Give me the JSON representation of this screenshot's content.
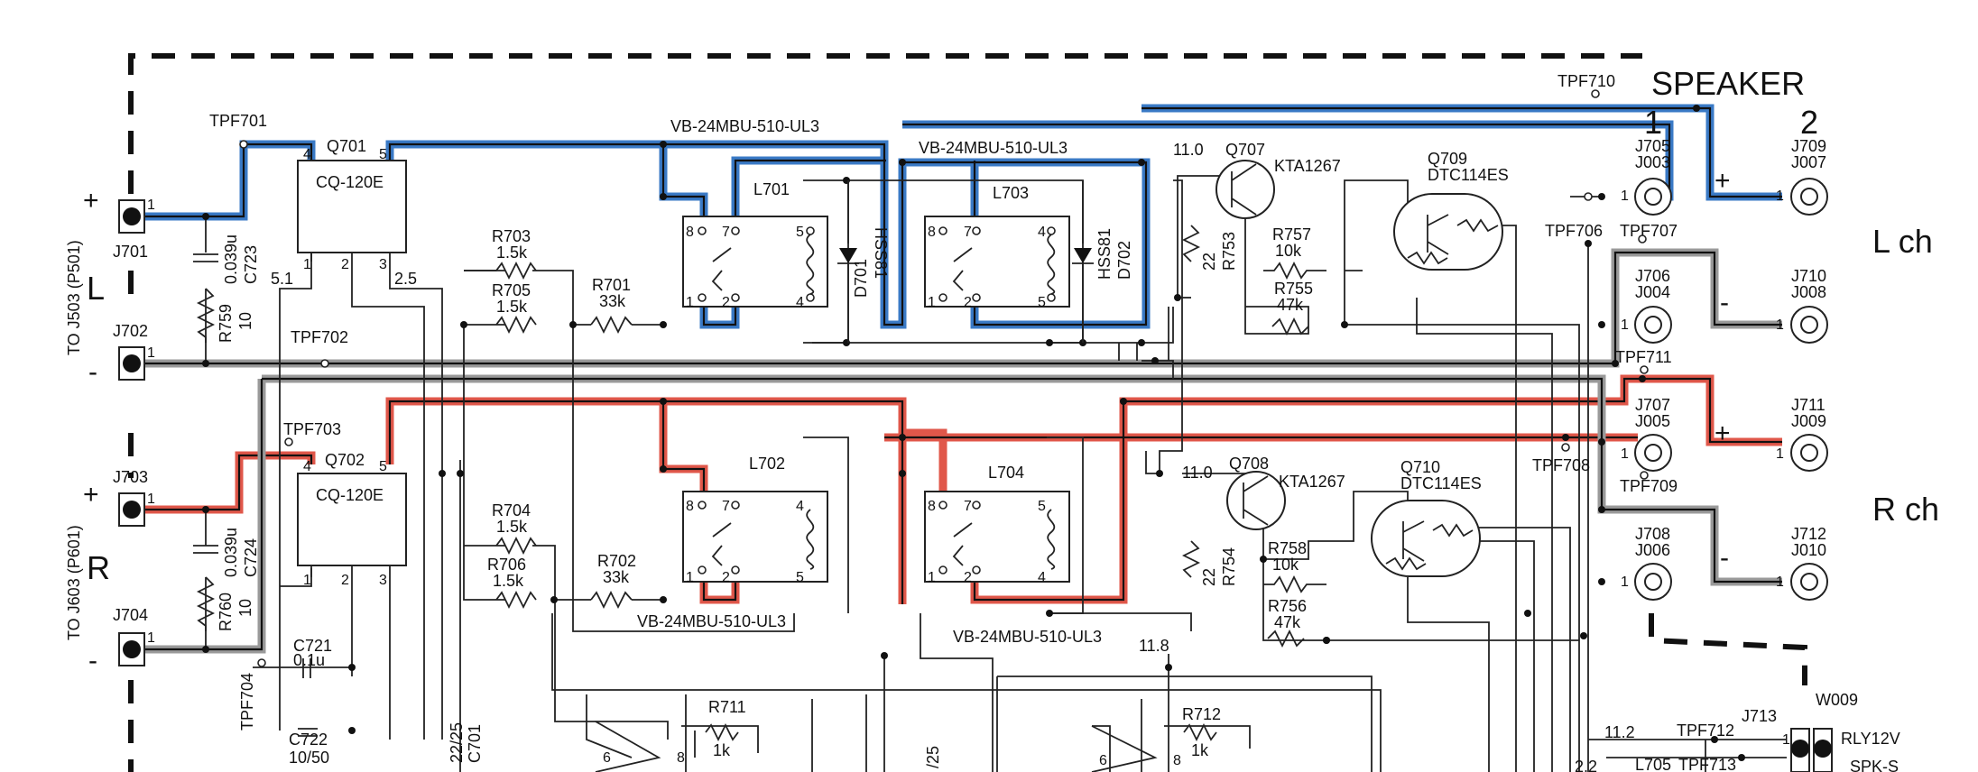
{
  "speaker": {
    "title": "SPEAKER",
    "col1": "1",
    "col2": "2",
    "plus": "+",
    "minus": "-"
  },
  "channels": {
    "left": "L ch",
    "right": "R ch"
  },
  "inputs": {
    "left": {
      "side": "L",
      "plus": "+",
      "minus": "-",
      "conn": "TO J503 (P501)",
      "jplus": "J701",
      "jminus": "J702"
    },
    "right": {
      "side": "R",
      "plus": "+",
      "minus": "-",
      "conn": "TO J603 (P601)",
      "jplus": "J703",
      "jminus": "J704"
    }
  },
  "testpoints": {
    "tpf701": "TPF701",
    "tpf702": "TPF702",
    "tpf703": "TPF703",
    "tpf704": "TPF704",
    "tpf706": "TPF706",
    "tpf707": "TPF707",
    "tpf708": "TPF708",
    "tpf709": "TPF709",
    "tpf710": "TPF710",
    "tpf711": "TPF711",
    "tpf712": "TPF712",
    "tpf713": "TPF713"
  },
  "ics": {
    "q701": "Q701",
    "q702": "Q702",
    "ic_name": "CQ-120E",
    "pin4": "4",
    "pin5": "5",
    "pin1": "1",
    "pin2": "2",
    "pin3": "3",
    "v51": "5.1",
    "v25": "2.5"
  },
  "relays": {
    "part": "VB-24MBU-510-UL3",
    "l701": "L701",
    "l702": "L702",
    "l703": "L703",
    "l704": "L704",
    "p8": "8",
    "p7": "7",
    "p5": "5",
    "p4": "4",
    "p1": "1",
    "p2": "2",
    "d701": "D701",
    "d702": "D702",
    "diode": "HSS81"
  },
  "resistors": {
    "r701": "R701",
    "r701v": "33k",
    "r702": "R702",
    "r702v": "33k",
    "r703": "R703",
    "r703v": "1.5k",
    "r704": "R704",
    "r704v": "1.5k",
    "r705": "R705",
    "r705v": "1.5k",
    "r706": "R706",
    "r706v": "1.5k",
    "r753": "R753",
    "r753v": "22",
    "r754": "R754",
    "r754v": "22",
    "r755": "R755",
    "r755v": "47k",
    "r756": "R756",
    "r756v": "47k",
    "r757": "R757",
    "r757v": "10k",
    "r758": "R758",
    "r758v": "10k",
    "r759": "R759",
    "r759v": "10",
    "r760": "R760",
    "r760v": "10",
    "r711": "R711",
    "r711v": "1k",
    "r712": "R712",
    "r712v": "1k"
  },
  "caps": {
    "c721": "C721",
    "c721v": "0.1u",
    "c722": "C722",
    "c722v": "10/50",
    "c723": "C723",
    "c723v": "0.039u",
    "c724": "C724",
    "c724v": "0.039u",
    "c701": "C701",
    "c701v": "22/25",
    "v25b": "/25"
  },
  "transistors": {
    "q707": "Q707",
    "q708": "Q708",
    "kta": "KTA1267",
    "q709": "Q709",
    "q710": "Q710",
    "dtc": "DTC114ES",
    "v110a": "11.0",
    "v110b": "11.0",
    "v118": "11.8",
    "v112": "11.2",
    "v22": "2.2"
  },
  "jacks": {
    "j705": "J705",
    "j003": "J003",
    "j706": "J706",
    "j004": "J004",
    "j707": "J707",
    "j005": "J005",
    "j708": "J708",
    "j006": "J006",
    "j709": "J709",
    "j007": "J007",
    "j710": "J710",
    "j008": "J008",
    "j711": "J711",
    "j009": "J009",
    "j712": "J712",
    "j010": "J010",
    "j713": "J713",
    "w009": "W009",
    "rly": "RLY12V",
    "spk": "SPK-S",
    "l705": "L705",
    "one": "1",
    "two": "2",
    "eight": "8",
    "six": "6"
  }
}
